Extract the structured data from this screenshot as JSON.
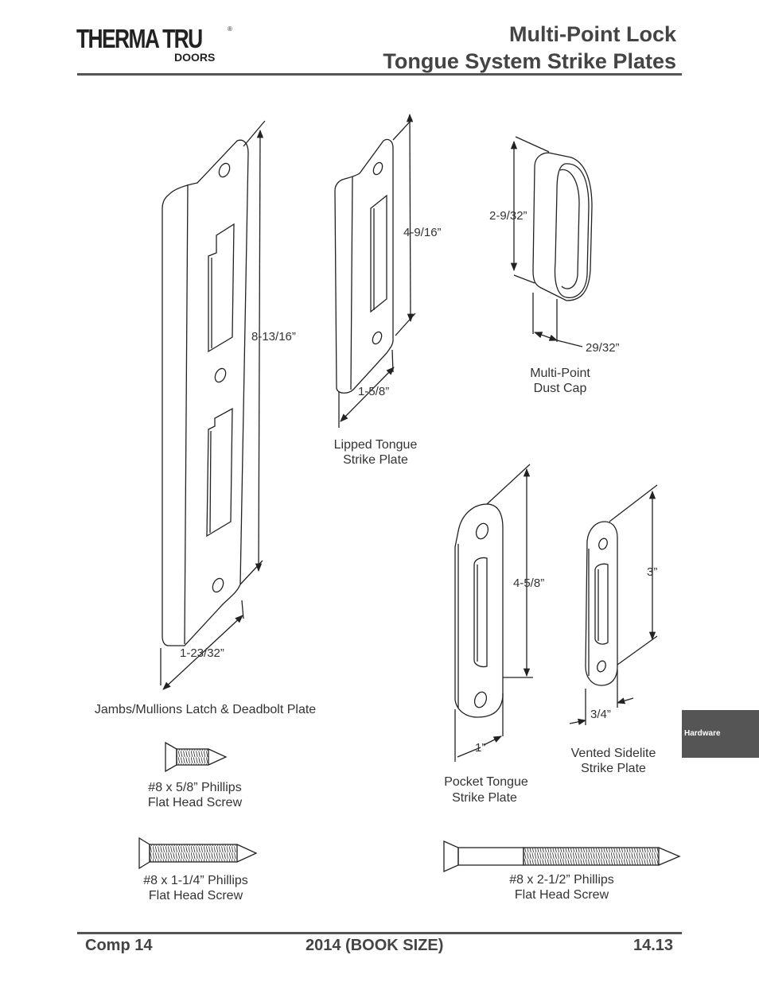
{
  "brand": {
    "name": "THERMA TRU",
    "sub": "DOORS",
    "reg": "®"
  },
  "title": {
    "line1": "Multi-Point Lock",
    "line2": "Tongue System Strike Plates"
  },
  "footer": {
    "left": "Comp 14",
    "center": "2014 (BOOK SIZE)",
    "right": "14.13"
  },
  "side_tab": "Hardware",
  "dimensions": {
    "jamb_height": "8-13/16”",
    "jamb_width": "1-23/32”",
    "lipped_height": "4-9/16”",
    "lipped_width": "1-5/8”",
    "dustcap_height": "2-9/32”",
    "dustcap_width": "29/32”",
    "pocket_height": "4-5/8”",
    "pocket_width": "1”",
    "vented_height": "3”",
    "vented_width": "3/4”"
  },
  "captions": {
    "jamb": "Jambs/Mullions Latch & Deadbolt Plate",
    "lipped": [
      "Lipped Tongue",
      "Strike Plate"
    ],
    "dustcap": [
      "Multi-Point",
      "Dust Cap"
    ],
    "pocket": [
      "Pocket Tongue",
      "Strike Plate"
    ],
    "vented": [
      "Vented Sidelite",
      "Strike Plate"
    ],
    "screw_small": [
      "#8 x 5/8” Phillips",
      "Flat Head Screw"
    ],
    "screw_medium": [
      "#8 x 1-1/4” Phillips",
      "Flat Head Screw"
    ],
    "screw_long": [
      "#8 x 2-1/2” Phillips",
      "Flat Head Screw"
    ]
  }
}
